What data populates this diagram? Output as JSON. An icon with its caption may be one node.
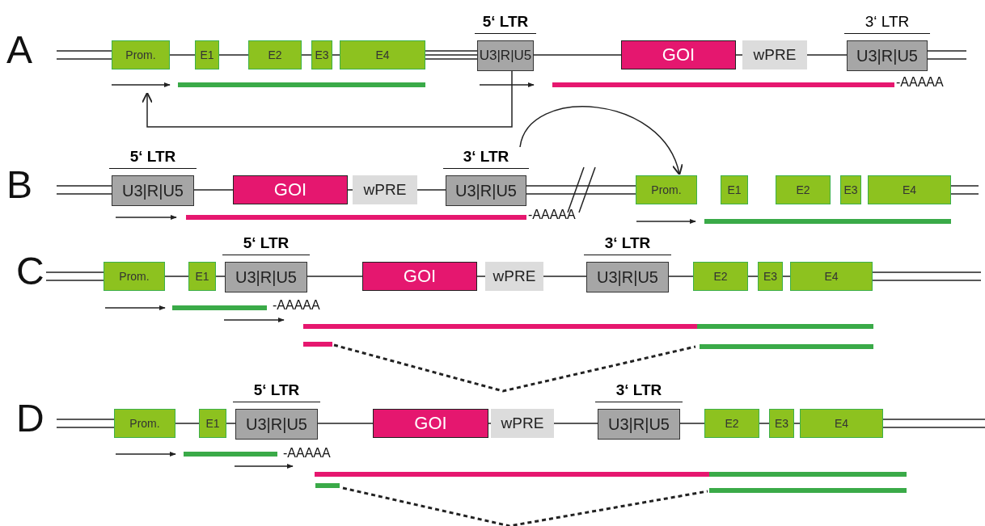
{
  "diagram": {
    "nodes": [
      {
        "text": [
          "Prom."
        ]
      },
      {
        "text": [
          "E1"
        ]
      },
      {
        "text": [
          "E2"
        ]
      },
      {
        "text": [
          "E3"
        ]
      },
      {
        "text": [
          "E4"
        ]
      },
      {
        "text": [
          "5‘ LTR",
          "U3|R|U5"
        ]
      },
      {
        "text": [
          "GOI"
        ]
      },
      {
        "text": [
          "wPRE"
        ]
      },
      {
        "text": [
          "3‘ LTR",
          "U3|R|U5"
        ]
      },
      {
        "text": [
          "5‘ LTR",
          "U3|R|U5"
        ]
      },
      {
        "text": [
          "GOI"
        ]
      },
      {
        "text": [
          "wPRE"
        ]
      },
      {
        "text": [
          "3‘ LTR",
          "U3|R|U5"
        ]
      },
      {
        "text": [
          "Prom."
        ]
      },
      {
        "text": [
          "E1"
        ]
      },
      {
        "text": [
          "E2"
        ]
      },
      {
        "text": [
          "E3"
        ]
      },
      {
        "text": [
          "E4"
        ]
      },
      {
        "text": [
          "Prom."
        ]
      },
      {
        "text": [
          "E1"
        ]
      },
      {
        "text": [
          "5‘ LTR",
          "U3|R|U5"
        ]
      },
      {
        "text": [
          "GOI"
        ]
      },
      {
        "text": [
          "wPRE"
        ]
      },
      {
        "text": [
          "3‘ LTR",
          "U3|R|U5"
        ]
      },
      {
        "text": [
          "E2"
        ]
      },
      {
        "text": [
          "E3"
        ]
      },
      {
        "text": [
          "E4"
        ]
      },
      {
        "text": [
          "Prom."
        ]
      },
      {
        "text": [
          "E1"
        ]
      },
      {
        "text": [
          "5‘ LTR",
          "U3|R|U5"
        ]
      },
      {
        "text": [
          "GOI"
        ]
      },
      {
        "text": [
          "wPRE"
        ]
      },
      {
        "text": [
          "3‘ LTR",
          "U3|R|U5"
        ]
      },
      {
        "text": [
          "E2"
        ]
      },
      {
        "text": [
          "E3"
        ]
      },
      {
        "text": [
          "E4"
        ]
      }
    ],
    "edges": [
      {
        "from": 5,
        "to": 0,
        "arrow": "to"
      },
      {
        "from": 12,
        "to": 13,
        "arrow": "to"
      }
    ],
    "labels": [
      "A",
      "-AAAAA",
      "B",
      "-AAAAA",
      "C",
      "-AAAAA",
      "D",
      "-AAAAA"
    ]
  }
}
